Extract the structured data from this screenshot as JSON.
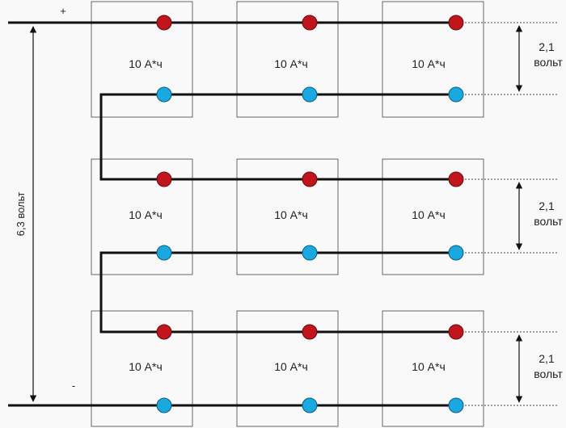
{
  "diagram": {
    "plus_sign": "+",
    "minus_sign": "-",
    "total_voltage_label": "6,3 вольт",
    "cell_capacity_label": "10 А*ч",
    "row_voltage_value": "2,1",
    "row_voltage_unit": "вольт",
    "rows": [
      {
        "id": "top",
        "cells": [
          "10 А*ч",
          "10 А*ч",
          "10 А*ч"
        ]
      },
      {
        "id": "middle",
        "cells": [
          "10 А*ч",
          "10 А*ч",
          "10 А*ч"
        ]
      },
      {
        "id": "bottom",
        "cells": [
          "10 А*ч",
          "10 А*ч",
          "10 А*ч"
        ]
      }
    ],
    "colors": {
      "positive_terminal": "#c0151c",
      "negative_terminal": "#1aa8e0",
      "wire": "#111111",
      "cell_border": "#666666"
    }
  }
}
